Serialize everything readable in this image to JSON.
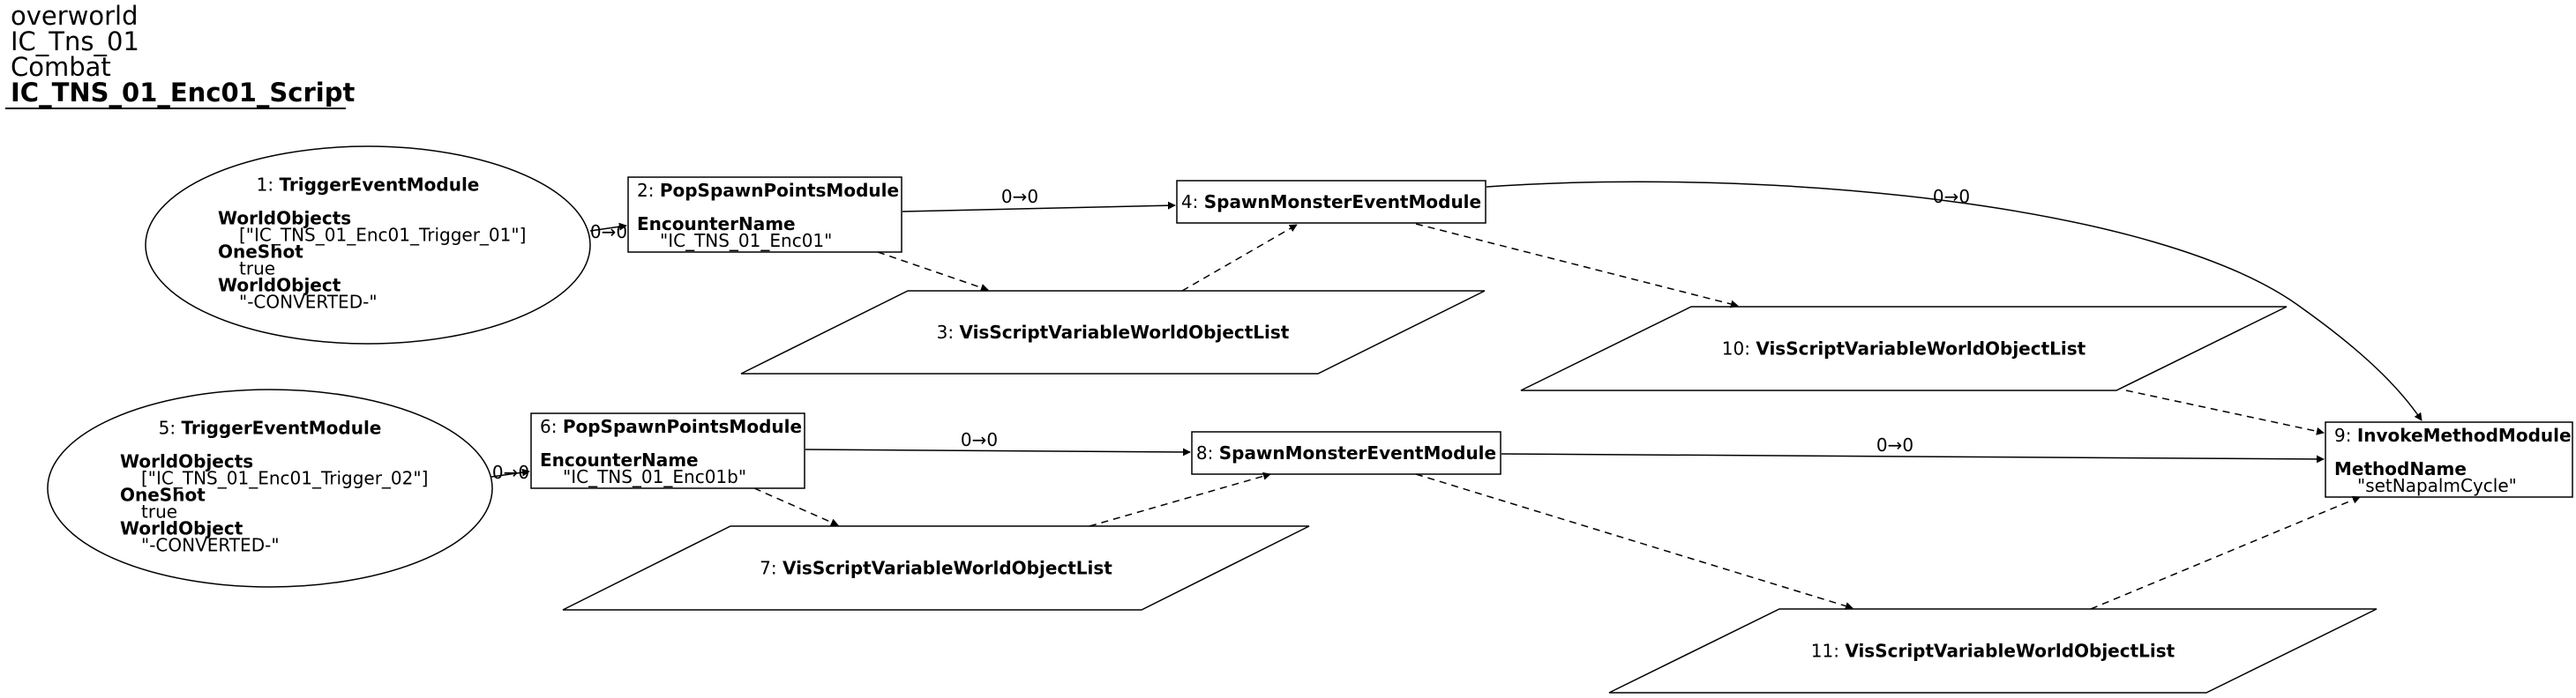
{
  "header": {
    "lines": [
      "overworld",
      "IC_Tns_01",
      "Combat"
    ],
    "script_name": "IC_TNS_01_Enc01_Script"
  },
  "nodes": [
    {
      "id": "n1",
      "num": "1",
      "type": "TriggerEventModule",
      "shape": "ellipse",
      "props": [
        {
          "name": "WorldObjects",
          "value": "[\"IC_TNS_01_Enc01_Trigger_01\"]"
        },
        {
          "name": "OneShot",
          "value": "true"
        },
        {
          "name": "WorldObject",
          "value": "\"-CONVERTED-\""
        }
      ]
    },
    {
      "id": "n2",
      "num": "2",
      "type": "PopSpawnPointsModule",
      "shape": "box",
      "props": [
        {
          "name": "EncounterName",
          "value": "\"IC_TNS_01_Enc01\""
        }
      ]
    },
    {
      "id": "n3",
      "num": "3",
      "type": "VisScriptVariableWorldObjectList",
      "shape": "parallelogram",
      "props": []
    },
    {
      "id": "n4",
      "num": "4",
      "type": "SpawnMonsterEventModule",
      "shape": "box",
      "props": []
    },
    {
      "id": "n5",
      "num": "5",
      "type": "TriggerEventModule",
      "shape": "ellipse",
      "props": [
        {
          "name": "WorldObjects",
          "value": "[\"IC_TNS_01_Enc01_Trigger_02\"]"
        },
        {
          "name": "OneShot",
          "value": "true"
        },
        {
          "name": "WorldObject",
          "value": "\"-CONVERTED-\""
        }
      ]
    },
    {
      "id": "n6",
      "num": "6",
      "type": "PopSpawnPointsModule",
      "shape": "box",
      "props": [
        {
          "name": "EncounterName",
          "value": "\"IC_TNS_01_Enc01b\""
        }
      ]
    },
    {
      "id": "n7",
      "num": "7",
      "type": "VisScriptVariableWorldObjectList",
      "shape": "parallelogram",
      "props": []
    },
    {
      "id": "n8",
      "num": "8",
      "type": "SpawnMonsterEventModule",
      "shape": "box",
      "props": []
    },
    {
      "id": "n9",
      "num": "9",
      "type": "InvokeMethodModule",
      "shape": "box",
      "props": [
        {
          "name": "MethodName",
          "value": "\"setNapalmCycle\""
        }
      ]
    },
    {
      "id": "n10",
      "num": "10",
      "type": "VisScriptVariableWorldObjectList",
      "shape": "parallelogram",
      "props": []
    },
    {
      "id": "n11",
      "num": "11",
      "type": "VisScriptVariableWorldObjectList",
      "shape": "parallelogram",
      "props": []
    }
  ],
  "edges": [
    {
      "from": "n1",
      "to": "n2",
      "style": "solid",
      "label": "0→0"
    },
    {
      "from": "n2",
      "to": "n4",
      "style": "solid",
      "label": "0→0"
    },
    {
      "from": "n4",
      "to": "n9",
      "style": "solid",
      "label": "0→0"
    },
    {
      "from": "n2",
      "to": "n3",
      "style": "dashed",
      "label": ""
    },
    {
      "from": "n3",
      "to": "n4",
      "style": "dashed",
      "label": ""
    },
    {
      "from": "n4",
      "to": "n10",
      "style": "dashed",
      "label": ""
    },
    {
      "from": "n10",
      "to": "n9",
      "style": "dashed",
      "label": ""
    },
    {
      "from": "n5",
      "to": "n6",
      "style": "solid",
      "label": "0→0"
    },
    {
      "from": "n6",
      "to": "n8",
      "style": "solid",
      "label": "0→0"
    },
    {
      "from": "n8",
      "to": "n9",
      "style": "solid",
      "label": "0→0"
    },
    {
      "from": "n6",
      "to": "n7",
      "style": "dashed",
      "label": ""
    },
    {
      "from": "n7",
      "to": "n8",
      "style": "dashed",
      "label": ""
    },
    {
      "from": "n8",
      "to": "n11",
      "style": "dashed",
      "label": ""
    },
    {
      "from": "n11",
      "to": "n9",
      "style": "dashed",
      "label": ""
    }
  ]
}
